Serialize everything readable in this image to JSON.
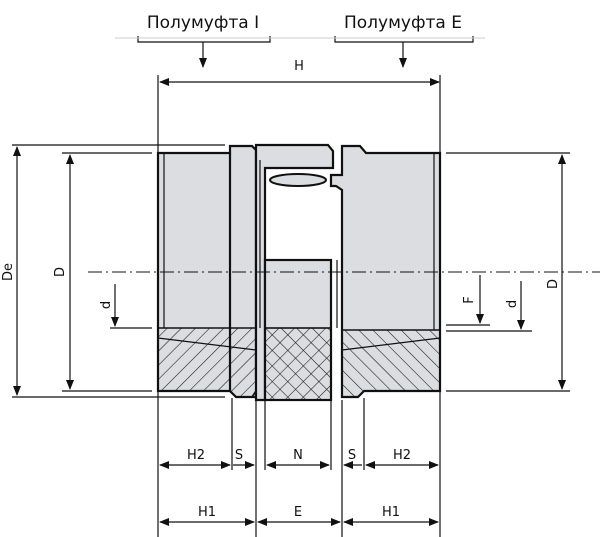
{
  "title": "Coupling dimension diagram",
  "half_couplings": {
    "left": "Полумуфта I",
    "right": "Полумуфта E"
  },
  "dimensions": {
    "overall_length": "H",
    "outer_diameter": "De",
    "hub_diameter_left": "D",
    "hub_diameter_right": "D",
    "bore_left": "d",
    "bore_right": "d",
    "flange_offset": "F",
    "hub_length_h2_left": "H2",
    "hub_length_h2_right": "H2",
    "gap_s_left": "S",
    "gap_s_right": "S",
    "spider_width": "N",
    "hub_length_h1_left": "H1",
    "hub_length_h1_right": "H1",
    "spacing": "E"
  }
}
